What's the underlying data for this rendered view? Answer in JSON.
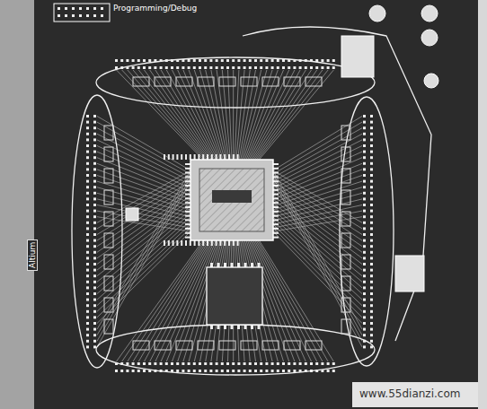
{
  "diagram": {
    "labels": [
      "Programming/Debug",
      "Altium",
      "www.55dianzi.com"
    ]
  }
}
